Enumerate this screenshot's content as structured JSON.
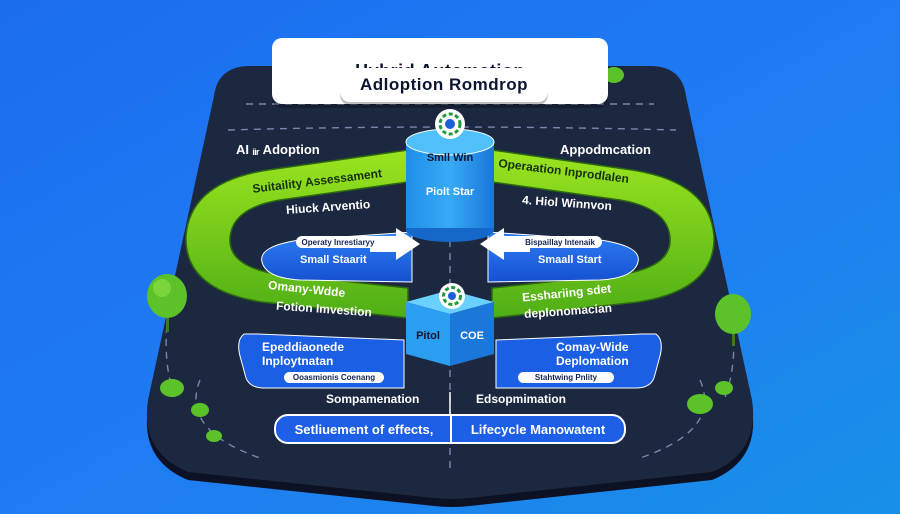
{
  "title": {
    "line1": "Hybrid  Automation",
    "line2": "Adloption Romdrop"
  },
  "corner_labels": {
    "top_left": "AI ᵢᵢᵣ Adoption",
    "top_right": "Appodmcation"
  },
  "center_top": {
    "line1": "Smll Win",
    "line2": "Piolt Star"
  },
  "center_bottom": {
    "left": "Pitol",
    "right": "COE"
  },
  "ribbon_left": {
    "line1": "Suitaility Assessament",
    "line2": "Hiuck Arventio",
    "tag": "Operaty Inrestiaryy",
    "pill": "Small Staarit",
    "line3": "Omany-Wdde",
    "line4": "Fotion Imvestion"
  },
  "ribbon_right": {
    "line1": "Operaation Inprodlalen",
    "line2": "4. Hiol Winnvon",
    "tag": "Bispaillay Intenaik",
    "pill": "Smaall Start",
    "line3": "Esshariing sdet",
    "line4": "deplonomacian"
  },
  "lower_left": {
    "line1": "Epeddiaonede",
    "line2": "Inploytnatan",
    "tag": "Ooasmionis Coenang"
  },
  "lower_right": {
    "line1": "Comay-Wide",
    "line2": "Deplomation",
    "tag": "Stahtwing Pnlity"
  },
  "row_mid": {
    "left": "Sompamenation",
    "right": "Edsopmimation"
  },
  "row_bottom": {
    "left": "Setliuement of effects,",
    "right": "Lifecycle Manowatent"
  },
  "colors": {
    "sky": "#1b72f0",
    "board": "#1c2740",
    "ribbon_green": "#7fd51d",
    "accent_blue": "#1f6ae8",
    "tree_green": "#5cc22a"
  }
}
